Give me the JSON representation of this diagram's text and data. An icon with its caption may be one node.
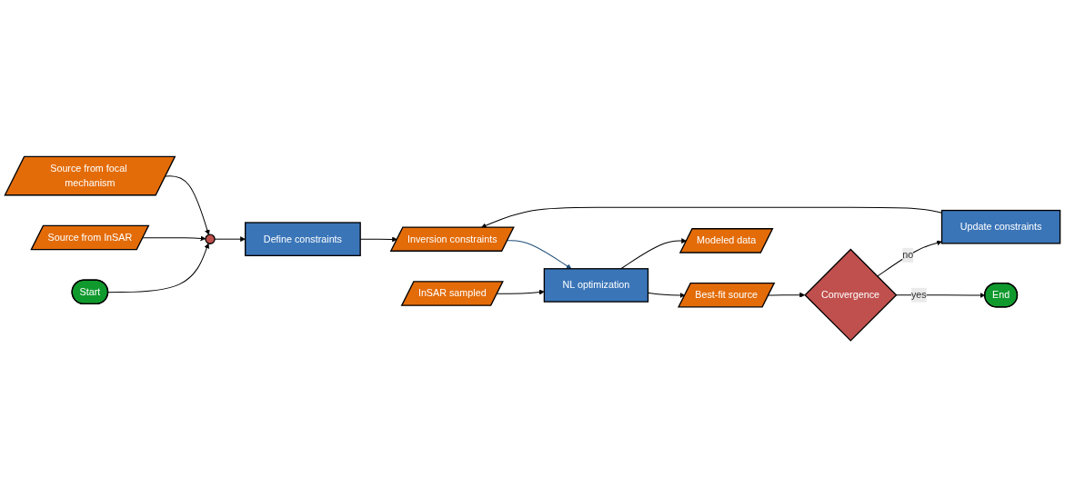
{
  "diagram": {
    "nodes": [
      {
        "text": [
          "Start"
        ]
      },
      {
        "text": [
          "Source from InSAR"
        ]
      },
      {
        "text": [],
        "shape": "circle"
      },
      {
        "text": [
          "Source from focal mechanism"
        ]
      },
      {
        "text": [
          "Define constraints"
        ]
      },
      {
        "text": [
          "Update constraints"
        ]
      },
      {
        "text": [
          "End"
        ]
      },
      {
        "text": [
          "Convergence"
        ]
      },
      {
        "text": [
          "Inversion constraints"
        ]
      },
      {
        "text": [
          "Best-fit source"
        ]
      },
      {
        "text": [
          "InSAR sampled"
        ]
      },
      {
        "text": [
          "NL optimization"
        ]
      },
      {
        "text": [
          "Modeled data"
        ]
      }
    ],
    "edges": [
      {
        "from": 0,
        "to": 2,
        "arrow": "to"
      },
      {
        "from": 1,
        "to": 2,
        "arrow": "to"
      },
      {
        "from": 3,
        "to": 2,
        "arrow": "to"
      },
      {
        "from": 2,
        "to": 4,
        "arrow": "to"
      },
      {
        "from": 4,
        "to": 8,
        "arrow": "to"
      },
      {
        "from": 5,
        "to": 8,
        "arrow": "to"
      },
      {
        "from": 8,
        "to": 11,
        "arrow": "to",
        "color": "#1f4e79"
      },
      {
        "from": 10,
        "to": 11,
        "arrow": "to"
      },
      {
        "from": 11,
        "to": 9,
        "arrow": "to"
      },
      {
        "from": 11,
        "to": 12,
        "arrow": "to"
      },
      {
        "from": 9,
        "to": 7,
        "arrow": "to"
      },
      {
        "from": 7,
        "to": 6,
        "arrow": "to",
        "label": "yes"
      },
      {
        "from": 7,
        "to": 5,
        "arrow": "to",
        "label": "no"
      }
    ]
  }
}
